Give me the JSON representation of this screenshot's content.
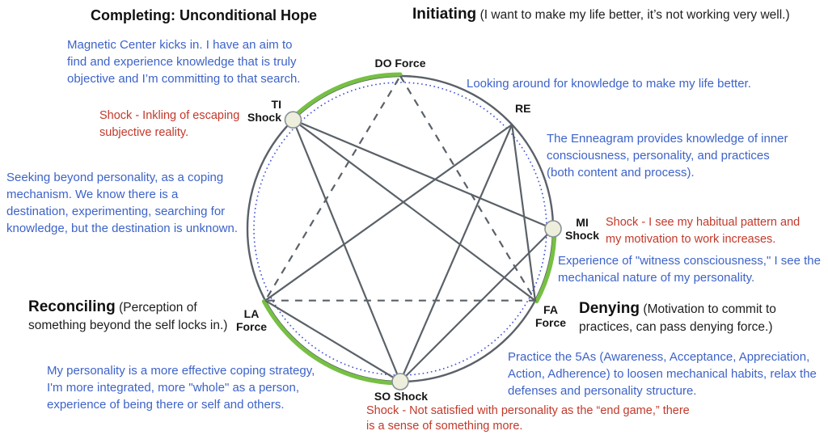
{
  "colors": {
    "blue_text": "#3D63C9",
    "red_text": "#C2392B",
    "black_text": "#1A1A1A",
    "circle_gray": "#5A6168",
    "dotted_blue": "#3D4FD3",
    "green_arc": "#76C043",
    "node_fill": "#EDEFDC",
    "node_stroke": "#8A9096"
  },
  "headings": {
    "completing": "Completing: Unconditional Hope",
    "initiating": "Initiating",
    "initiating_note": "(I want to make my life better, it’s not working very well.)",
    "reconciling": "Reconciling",
    "reconciling_note_line1": "(Perception of",
    "reconciling_note_line2": "something beyond the self locks in.)",
    "denying": "Denying",
    "denying_note_line1": "(Motivation to commit to",
    "denying_note_line2": "practices, can pass denying force.)"
  },
  "node_labels": {
    "do": "DO Force",
    "re": "RE",
    "so": "SO Shock",
    "ti": [
      "TI",
      "Shock"
    ],
    "mi": [
      "MI",
      "Shock"
    ],
    "fa": [
      "FA",
      "Force"
    ],
    "la": [
      "LA",
      "Force"
    ]
  },
  "annotations_blue": {
    "magnetic": [
      "Magnetic Center kicks in. I have an aim to",
      "find and experience knowledge that is truly",
      "objective and I’m committing to that search."
    ],
    "looking": [
      "Looking around for knowledge to make my life better."
    ],
    "enneagram": [
      "The Enneagram provides knowledge of inner",
      "consciousness, personality, and practices",
      "(both content and process)."
    ],
    "seeking": [
      "Seeking beyond personality, as a coping",
      "mechanism. We know there is a",
      "destination, experimenting, searching for",
      "knowledge, but the destination is unknown."
    ],
    "witness": [
      "Experience of \"witness consciousness,\" I see the",
      "mechanical nature of my personality."
    ],
    "practice": [
      "Practice the 5As (Awareness, Acceptance, Appreciation,",
      "Action, Adherence) to loosen mechanical habits, relax the",
      "defenses and personality structure."
    ],
    "personality": [
      "My personality is a more effective coping strategy,",
      "I'm more integrated, more \"whole\" as a person,",
      "experience of being there or self and others."
    ]
  },
  "annotations_red": {
    "ti_shock": [
      "Shock - Inkling of escaping",
      "subjective reality."
    ],
    "mi_shock": [
      "Shock - I see my habitual pattern and",
      "my motivation to work increases."
    ],
    "so_shock": [
      "Shock - Not satisfied with personality as the “end game,” there",
      "is a sense of something more."
    ]
  }
}
